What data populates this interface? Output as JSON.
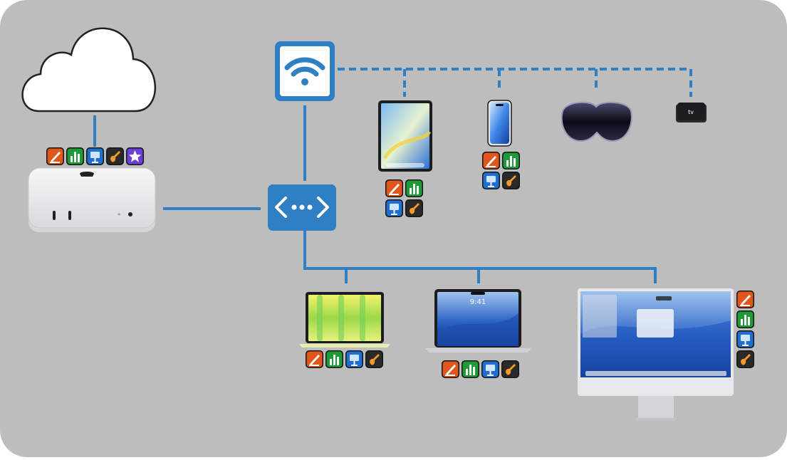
{
  "diagram": {
    "colors": {
      "background": "#bdbdbd",
      "link": "#2f7fc4",
      "node_blue": "#2f7fc4",
      "device_silver": "#e9e9eb",
      "device_dark": "#1d1d1f"
    },
    "nodes": [
      {
        "id": "cloud",
        "icon": "cloud-icon"
      },
      {
        "id": "mac-mini",
        "icon": "mac-mini-icon"
      },
      {
        "id": "wifi-router",
        "icon": "wifi-icon"
      },
      {
        "id": "network-switch",
        "icon": "network-switch-icon"
      },
      {
        "id": "ipad",
        "icon": "ipad-icon",
        "screen_time": ""
      },
      {
        "id": "iphone",
        "icon": "iphone-icon"
      },
      {
        "id": "vision-pro",
        "icon": "vision-pro-icon"
      },
      {
        "id": "apple-tv",
        "icon": "apple-tv-icon",
        "label": "tv"
      },
      {
        "id": "macbook-air",
        "icon": "macbook-air-icon"
      },
      {
        "id": "macbook-pro",
        "icon": "macbook-pro-icon",
        "screen_time": "9:41"
      },
      {
        "id": "imac",
        "icon": "imac-icon"
      }
    ],
    "app_icons": {
      "pages": {
        "color": "#e0561d",
        "icon": "pages-icon"
      },
      "numbers": {
        "color": "#1e9a37",
        "icon": "numbers-icon"
      },
      "keynote": {
        "color": "#1f6fd0",
        "icon": "keynote-icon"
      },
      "garageband": {
        "color": "#2a2a2a",
        "icon": "garageband-icon"
      },
      "imovie": {
        "color": "#6b3fd6",
        "icon": "imovie-icon"
      }
    },
    "app_groups": [
      {
        "device": "mac-mini",
        "apps": [
          "pages",
          "numbers",
          "keynote",
          "garageband",
          "imovie"
        ]
      },
      {
        "device": "ipad",
        "apps": [
          "pages",
          "numbers",
          "keynote",
          "garageband"
        ]
      },
      {
        "device": "iphone",
        "apps": [
          "pages",
          "numbers",
          "keynote",
          "garageband"
        ]
      },
      {
        "device": "macbook-air",
        "apps": [
          "pages",
          "numbers",
          "keynote",
          "garageband"
        ]
      },
      {
        "device": "macbook-pro",
        "apps": [
          "pages",
          "numbers",
          "keynote",
          "garageband"
        ]
      },
      {
        "device": "imac",
        "apps": [
          "pages",
          "numbers",
          "keynote",
          "garageband"
        ]
      }
    ],
    "links": [
      {
        "from": "cloud",
        "to": "mac-mini",
        "style": "solid"
      },
      {
        "from": "mac-mini",
        "to": "network-switch",
        "style": "solid"
      },
      {
        "from": "wifi-router",
        "to": "network-switch",
        "style": "solid"
      },
      {
        "from": "network-switch",
        "to": "macbook-air",
        "style": "solid"
      },
      {
        "from": "network-switch",
        "to": "macbook-pro",
        "style": "solid"
      },
      {
        "from": "network-switch",
        "to": "imac",
        "style": "solid"
      },
      {
        "from": "wifi-router",
        "to": "ipad",
        "style": "dashed"
      },
      {
        "from": "wifi-router",
        "to": "iphone",
        "style": "dashed"
      },
      {
        "from": "wifi-router",
        "to": "vision-pro",
        "style": "dashed"
      },
      {
        "from": "wifi-router",
        "to": "apple-tv",
        "style": "dashed"
      }
    ]
  }
}
